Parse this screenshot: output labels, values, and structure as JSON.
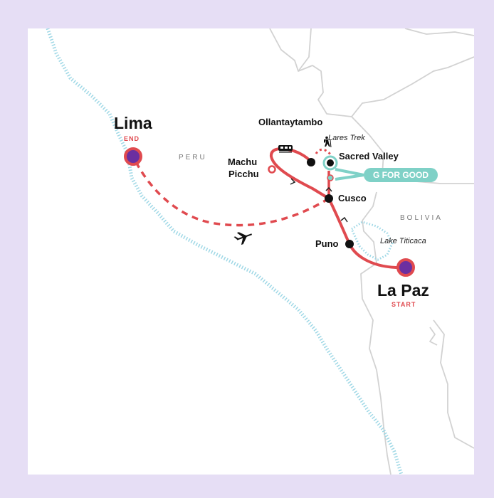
{
  "cities": {
    "lima": {
      "name": "Lima",
      "tag": "END"
    },
    "la_paz": {
      "name": "La Paz",
      "tag": "START"
    },
    "cusco": "Cusco",
    "puno": "Puno",
    "machu_picchu": [
      "Machu",
      "Picchu"
    ],
    "ollantaytambo": "Ollantaytambo",
    "sacred_valley": "Sacred Valley"
  },
  "countries": {
    "peru": "PERU",
    "bolivia": "BOLIVIA"
  },
  "features": {
    "lake_titicaca": "Lake Titicaca",
    "lares_trek": "Lares Trek"
  },
  "badge": {
    "label": "G FOR GOOD"
  },
  "colors": {
    "background": "#e6def5",
    "route": "#e04a4f",
    "stop_marker": "#6b2fa0",
    "g_for_good": "#7fd1c7",
    "water": "#9fd8e6",
    "border": "#d2d2d2"
  },
  "icons": {
    "flight": "airplane-icon",
    "train": "train-icon",
    "trek": "hiker-icon"
  }
}
